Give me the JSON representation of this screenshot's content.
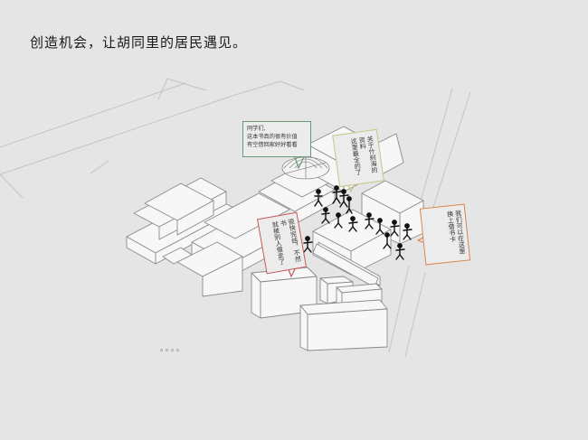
{
  "headline": "创造机会，让胡同里的居民遇见。",
  "bubbles": {
    "green": {
      "line1": "同学们,",
      "line2": "这本书真的很有价值",
      "line3": "有空借回家好好看看"
    },
    "yellow": {
      "line1": "关于什刹海的资料",
      "line2": "这里最全的了"
    },
    "red": {
      "line1": "很快完结，不然书",
      "line2": "就被别人借走了"
    },
    "orange": {
      "line1": "我们可以在这里",
      "line2": "换上借书卡"
    }
  },
  "ellipsis": "。。。。",
  "colors": {
    "background": "#e5e5e5",
    "building_fill": "#f7f7f7",
    "building_stroke": "#8a8a8a",
    "green_border": "#6a9a7a",
    "yellow_border": "#c8c48a",
    "red_border": "#c25a5a",
    "orange_border": "#d9864f"
  }
}
